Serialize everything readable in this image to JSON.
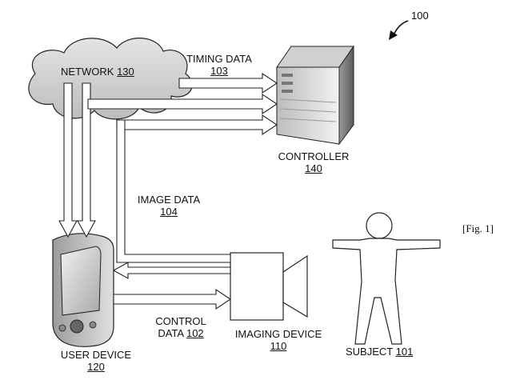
{
  "figure": {
    "ref_number": "100",
    "caption": "[Fig. 1]"
  },
  "network": {
    "name": "NETWORK",
    "ref": "130"
  },
  "timing_data": {
    "name": "TIMING DATA",
    "ref": "103"
  },
  "controller": {
    "name": "CONTROLLER",
    "ref": "140"
  },
  "image_data": {
    "name": "IMAGE DATA",
    "ref": "104"
  },
  "control_data": {
    "name_line1": "CONTROL",
    "name_line2": "DATA",
    "ref": "102"
  },
  "imaging_device": {
    "name": "IMAGING DEVICE",
    "ref": "110"
  },
  "user_device": {
    "name": "USER DEVICE",
    "ref": "120"
  },
  "subject": {
    "name": "SUBJECT",
    "ref": "101"
  }
}
